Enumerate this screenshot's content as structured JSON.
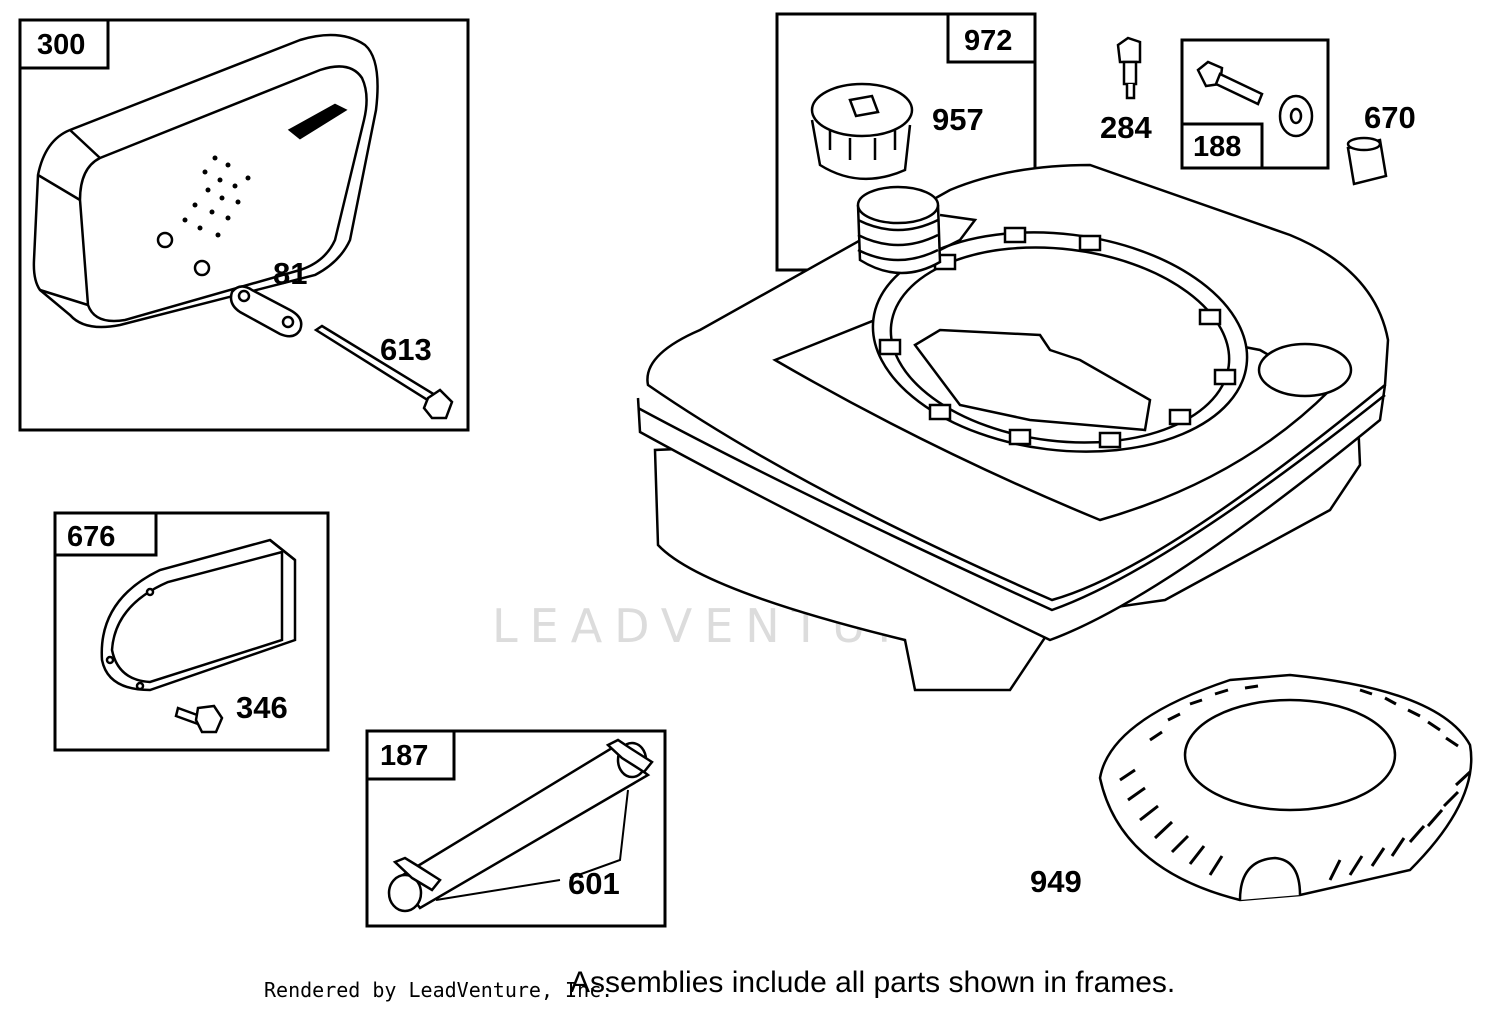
{
  "watermark": "LEADVENTURE",
  "frames": {
    "muffler": "300",
    "fuel_cap": "972",
    "bolt_washer": "188",
    "guard": "676",
    "fuel_line": "187"
  },
  "callouts": {
    "gasket": "81",
    "muffler_bolt": "613",
    "cap": "957",
    "screw_284": "284",
    "spacer": "670",
    "guard_screw": "346",
    "hose": "601",
    "screen": "949"
  },
  "footer": {
    "rendered_by": "Rendered by LeadVenture, Inc.",
    "note": "Assemblies include all parts shown in frames."
  }
}
